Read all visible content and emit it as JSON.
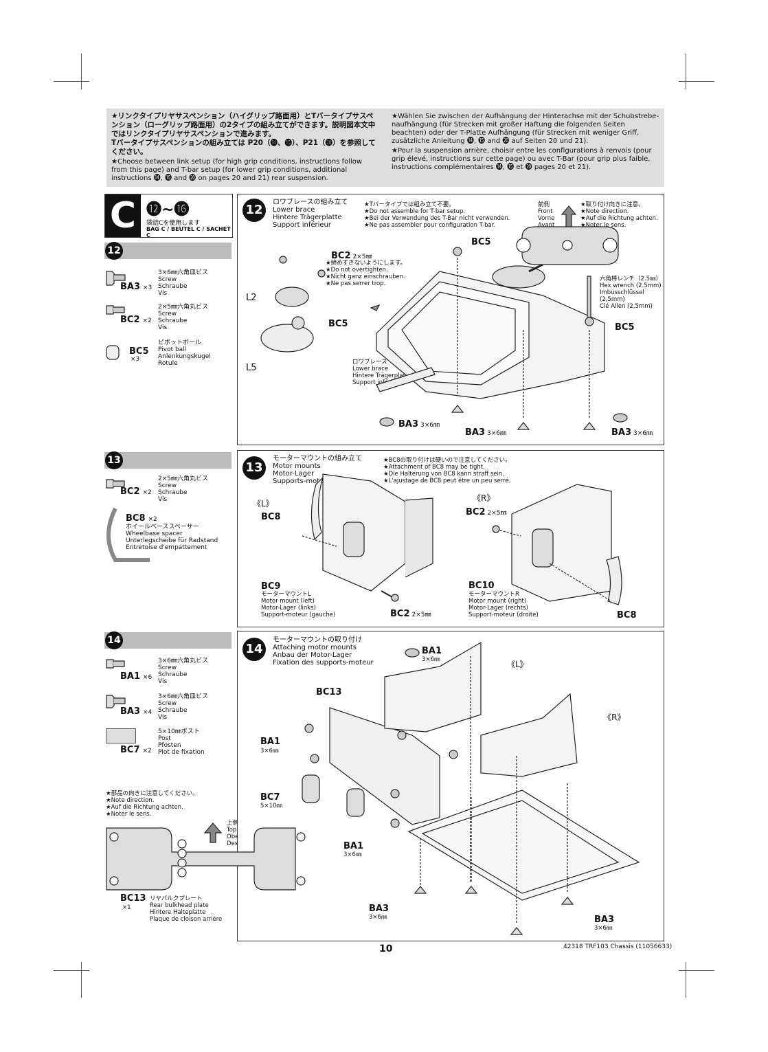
{
  "top_note": {
    "jp": "★リンクタイプリヤサスペンション（ハイグリップ路面用）とTバータイプサスペンション（ローグリップ路面用）の2タイプの組み立てができます。説明図本文中ではリンクタイプリヤサスペンションで進みます。\nTバータイプサスペンションの組み立ては P20（⓮、⓯）、P21（⓴）を参照してください。",
    "en": "★Choose between link setup (for high grip conditions, instructions follow from this page) and T-bar setup (for lower grip conditions, additional instructions ⓮, ⓯ and ⓴ on pages 20 and 21) rear suspension.",
    "de": "★Wählen Sie zwischen der Aufhängung der Hinterachse mit der Schubstrebe-naufhängung (für Strecken mit großer Haftung die folgenden Seiten beachten) oder der T-Platte Aufhängung (für Strecken mit weniger Griff, zusätzliche Anleitung ⓮, ⓯ and ⓴ auf Seiten 20 und 21).",
    "fr": "★Pour la suspension arrière, choisir entre les configurations à renvois (pour grip élevé, instructions sur cette page) ou avec T-Bar (pour grip plus faible, instructions complémentaires ⓮, ⓯ et ⓴ pages 20 et 21)."
  },
  "bag": {
    "letter": "C",
    "steps": "⓬~⓰",
    "jp": "袋詰Cを使用します",
    "label": "BAG C / BEUTEL C / SACHET C"
  },
  "step12": {
    "num": "12",
    "parts": [
      {
        "code": "BA3",
        "qty": "×3",
        "desc": "3×6㎜六角皿ビス\nScrew\nSchraube\nVis"
      },
      {
        "code": "BC2",
        "qty": "×2",
        "desc": "2×5㎜六角丸ビス\nScrew\nSchraube\nVis"
      },
      {
        "code": "BC5",
        "qty": "×3",
        "desc": "ピボットボール\nPivot ball\nAnlenkungskugel\nRotule"
      }
    ],
    "title": "ロワブレースの組み立て\nLower brace\nHintere Trägerplatte\nSupport inférieur",
    "note": "★Tバータイプでは組み立て不要。\n★Do not assemble for T-bar setup.\n★Bei der Verwendung des T-Bar nicht verwenden.\n★Ne pas assembler pour configuration T-bar.",
    "direction_note": "前側\nFront\nVorne\nAvant",
    "direction_jp": "★取り付け向きに注意。\n★Note direction.\n★Auf die Richtung achten.\n★Noter le sens.",
    "bc2_label": "BC2",
    "bc2_size": "2×5㎜",
    "bc2_note": "★締めすぎないようにします。\n★Do not overtighten.\n★Nicht ganz einschrauben.\n★Ne pas serrer trop.",
    "l2": "L2",
    "l5": "L5",
    "bc5a": "BC5",
    "bc5b": "BC5",
    "bc5c": "BC5",
    "hex": "六角棒レンチ（2.5㎜）\nHex wrench (2.5mm)\nImbusschlüssel\n(2,5mm)\nClé Allen (2,5mm)",
    "brace": "ロワブレース\nLower brace\nHintere Trägerplatte\nSupport inférieur",
    "ba3a": "BA3",
    "ba3b": "BA3",
    "ba3c": "BA3",
    "ba3_size": "3×6㎜"
  },
  "step13": {
    "num": "13",
    "parts": [
      {
        "code": "BC2",
        "qty": "×2",
        "desc": "2×5㎜六角丸ビス\nScrew\nSchraube\nVis"
      }
    ],
    "bc8": {
      "code": "BC8",
      "qty": "×2",
      "desc": "ホイールベーススペーサー\nWheelbase spacer\nUnterlegscheibe für Radstand\nEntretoise d'empattement"
    },
    "title": "モーターマウントの組み立て\nMotor mounts\nMotor-Lager\nSupports-moteur",
    "note": "★BC8の取り付けは硬いので注意してください。\n★Attachment of BC8 may be tight.\n★Die Halterung von BC8 kann straff sein.\n★L'ajustage de BC8 peut être un peu serré.",
    "left": "《L》",
    "right": "《R》",
    "bc8a": "BC8",
    "bc8b": "BC8",
    "bc2a": "BC2",
    "bc2b": "BC2",
    "bc2_size": "2×5㎜",
    "bc9": "BC9",
    "bc9_desc": "モーターマウントL\nMotor mount (left)\nMotor-Lager (links)\nSupport-moteur (gauche)",
    "bc10": "BC10",
    "bc10_desc": "モーターマウントR\nMotor mount (right)\nMotor-Lager (rechts)\nSupport-moteur (droite)"
  },
  "step14": {
    "num": "14",
    "parts": [
      {
        "code": "BA1",
        "qty": "×6",
        "desc": "3×6㎜六角丸ビス\nScrew\nSchraube\nVis"
      },
      {
        "code": "BA3",
        "qty": "×4",
        "desc": "3×6㎜六角皿ビス\nScrew\nSchraube\nVis"
      },
      {
        "code": "BC7",
        "qty": "×2",
        "desc": "5×10㎜ポスト\nPost\nPfosten\nPlot de fixation"
      }
    ],
    "dir_note": "★部品の向きに注意してください。\n★Note direction.\n★Auf die Richtung achten.\n★Noter le sens.",
    "top_label": "上側\nTop\nOben\nDessus",
    "bc13": "BC13",
    "bc13_qty": "×1",
    "bc13_desc": "リヤバルクプレート\nRear bulkhead plate\nHintere Halteplatte\nPlaque de cloison arrière",
    "title": "モーターマウントの取り付け\nAttaching motor mounts\nAnbau der Motor-Lager\nFixation des supports-moteur",
    "ba1a": "BA1",
    "ba1b": "BA1",
    "ba1c": "BA1",
    "ba1_size": "3×6㎜",
    "bc13_lbl": "BC13",
    "bc7_lbl": "BC7",
    "bc7_size": "5×10㎜",
    "ba3a": "BA3",
    "ba3b": "BA3",
    "ba3_size": "3×6㎜",
    "left": "《L》",
    "right": "《R》"
  },
  "footer": {
    "page": "10",
    "code": "42318 TRF103 Chassis (11056633)"
  }
}
